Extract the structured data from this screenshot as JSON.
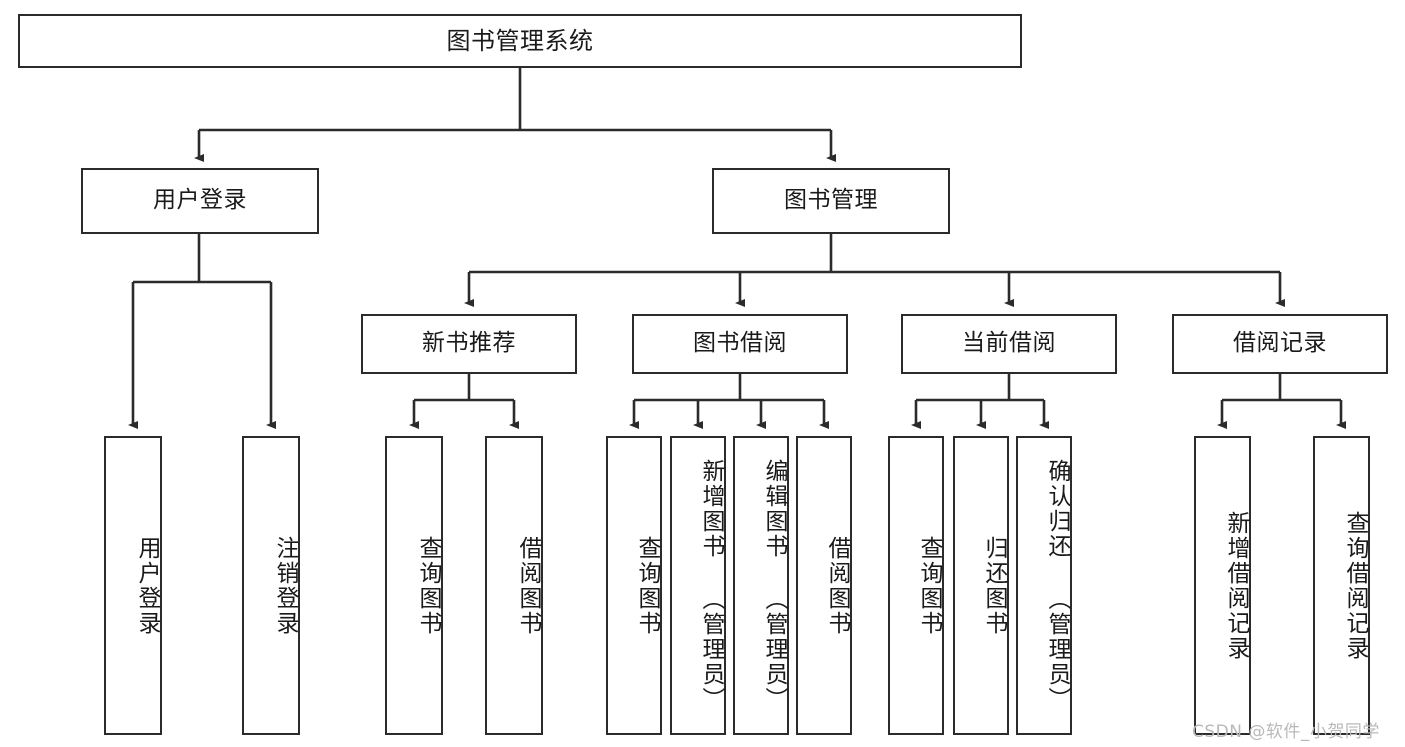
{
  "diagram": {
    "title": "图书管理系统",
    "type": "tree-hierarchy-chart",
    "root": {
      "label": "图书管理系统"
    },
    "level2": [
      {
        "label": "用户登录"
      },
      {
        "label": "图书管理"
      }
    ],
    "level3": [
      {
        "label": "新书推荐"
      },
      {
        "label": "图书借阅"
      },
      {
        "label": "当前借阅"
      },
      {
        "label": "借阅记录"
      }
    ],
    "leaves": [
      {
        "label": "用户登录",
        "parent": "用户登录"
      },
      {
        "label": "注销登录",
        "parent": "用户登录"
      },
      {
        "label": "查询图书",
        "parent": "新书推荐"
      },
      {
        "label": "借阅图书",
        "parent": "新书推荐"
      },
      {
        "label": "查询图书",
        "parent": "图书借阅"
      },
      {
        "label": "新增图书 （管理员）",
        "parent": "图书借阅"
      },
      {
        "label": "编辑图书 （管理员）",
        "parent": "图书借阅"
      },
      {
        "label": "借阅图书",
        "parent": "图书借阅"
      },
      {
        "label": "查询图书",
        "parent": "当前借阅"
      },
      {
        "label": "归还图书",
        "parent": "当前借阅"
      },
      {
        "label": "确认归还 （管理员）",
        "parent": "当前借阅"
      },
      {
        "label": "新增借阅记录",
        "parent": "借阅记录"
      },
      {
        "label": "查询借阅记录",
        "parent": "借阅记录"
      }
    ]
  },
  "watermark": {
    "text": "CSDN @软件_小贺同学"
  },
  "colors": {
    "stroke": "#2b2b2b",
    "fill": "#ffffff",
    "text": "#1a1a1a",
    "watermark": "#b9b9b9"
  }
}
